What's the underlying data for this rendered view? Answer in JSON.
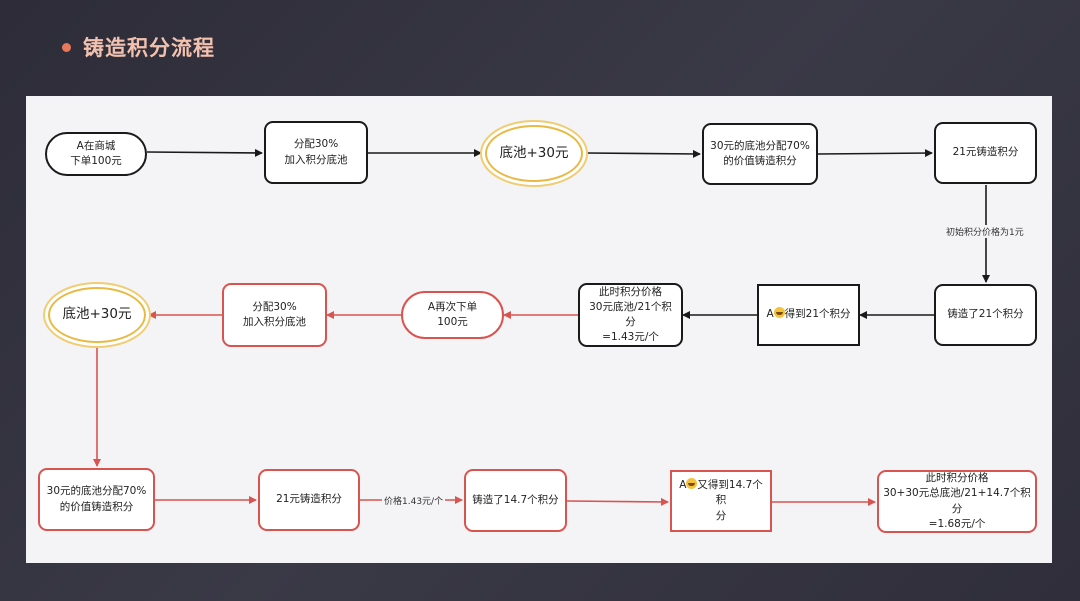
{
  "header": {
    "title": "铸造积分流程"
  },
  "nodes": {
    "r1_a": "A在商城\n下单100元",
    "r1_b": "分配30%\n加入积分底池",
    "r1_c": "底池+30元",
    "r1_d": "30元的底池分配70%\n的价值铸造积分",
    "r1_e": "21元铸造积分",
    "r2_f": "铸造了21个积分",
    "r2_g_after": "得到21个积分",
    "r2_g_prefix": "A",
    "r2_h": "此时积分价格\n30元底池/21个积分\n=1.43元/个",
    "r2_i": "A再次下单\n100元",
    "r2_j": "分配30%\n加入积分底池",
    "r2_k": "底池+30元",
    "r3_l": "30元的底池分配70%\n的价值铸造积分",
    "r3_m": "21元铸造积分",
    "r3_n": "铸造了14.7个积分",
    "r3_o_prefix": "A",
    "r3_o_after": "又得到14.7个积\n分",
    "r3_p": "此时积分价格\n30+30元总底池/21+14.7个积分\n=1.68元/个"
  },
  "edge_labels": {
    "initial_price": "初始积分价格为1元",
    "price_143": "价格1.43元/个"
  },
  "colors": {
    "black_stroke": "#1a1a1a",
    "red_stroke": "#d9534f",
    "gold_stroke": "#e9b945",
    "accent": "#e8785a"
  }
}
